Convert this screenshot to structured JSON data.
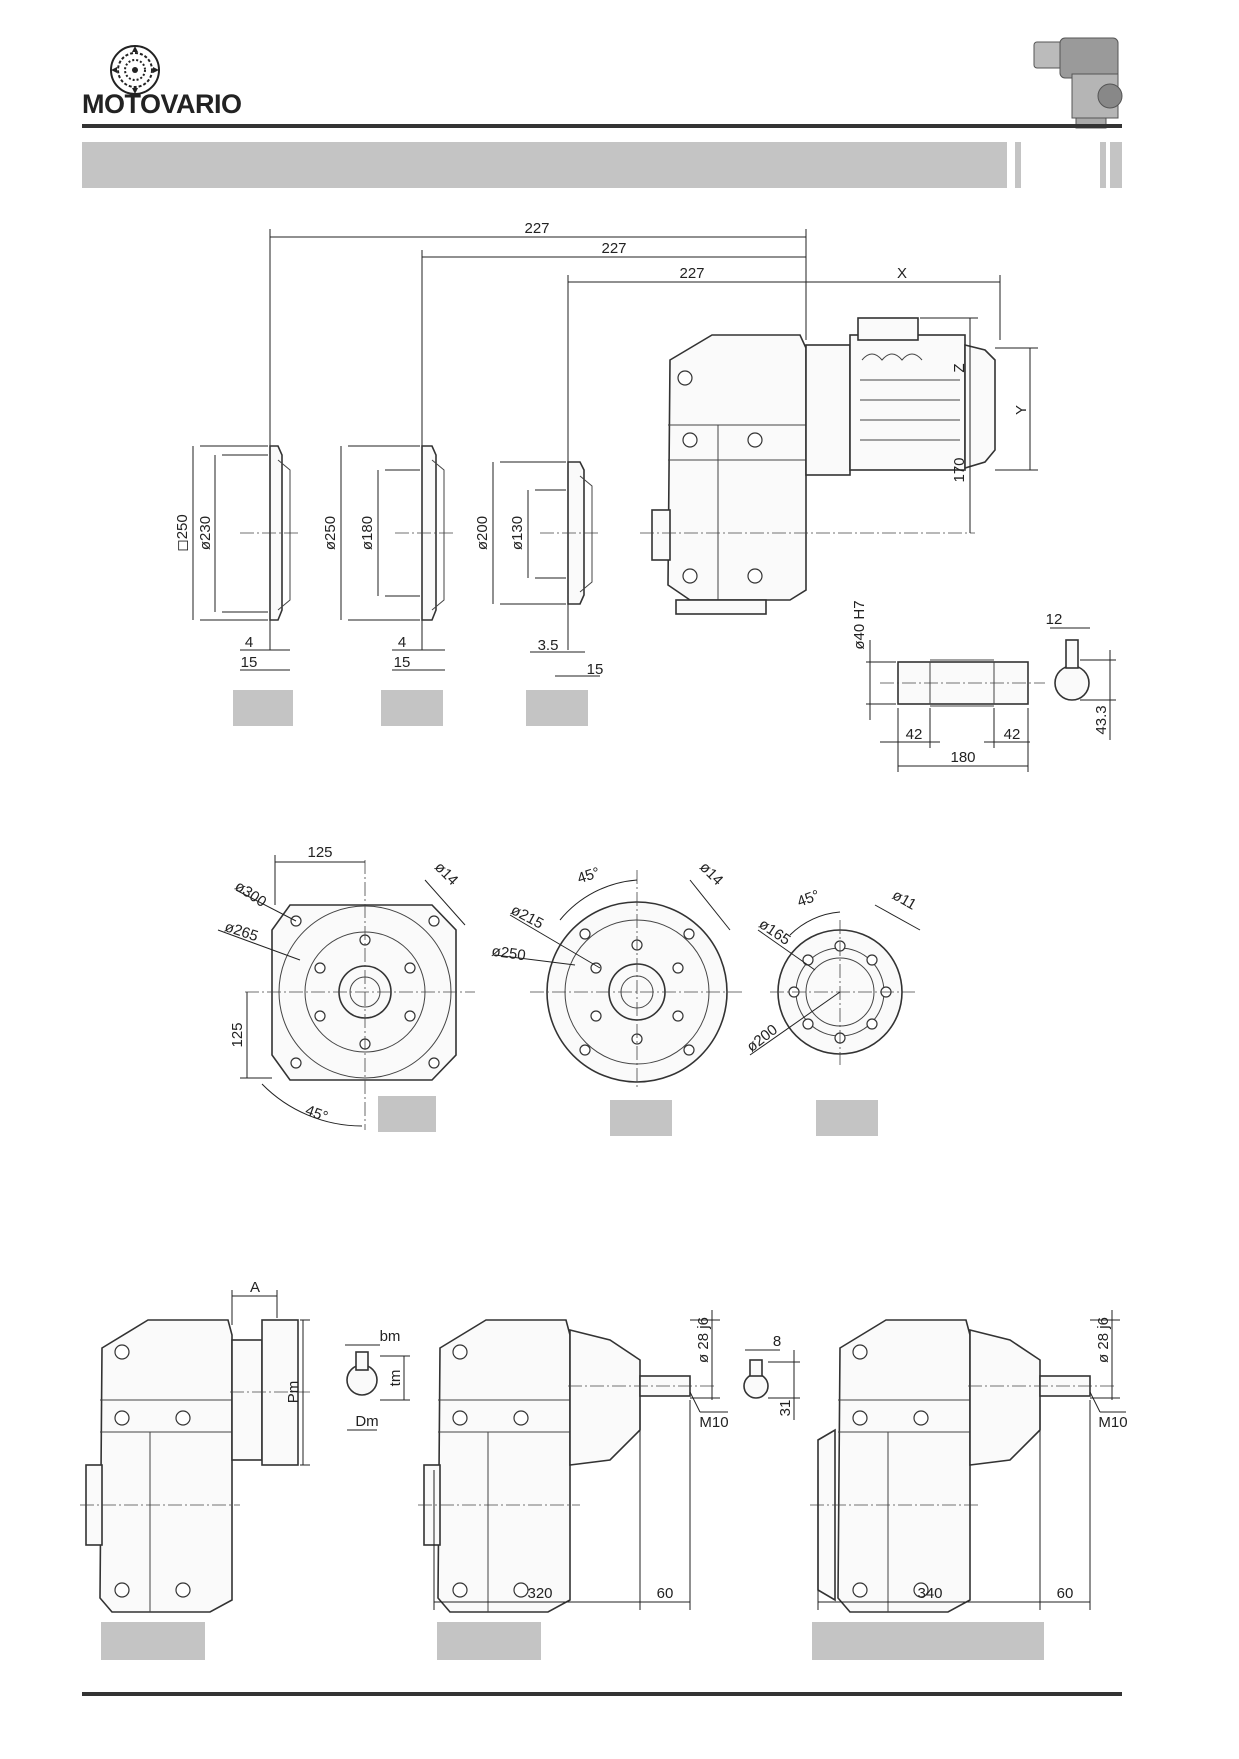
{
  "brand": {
    "name": "MOTOVARIO"
  },
  "colors": {
    "header_bar": "#c4c4c4",
    "rule": "#333333",
    "label_box": "#c4c4c4"
  },
  "icons": {
    "logo": "motovario-logo-icon",
    "product": "gear-motor-icon"
  },
  "top_view": {
    "overall_227_a": "227",
    "overall_227_b": "227",
    "overall_227_c": "227",
    "x_label": "X",
    "z_label": "Z",
    "y_label": "Y",
    "h170": "170",
    "flange1": {
      "square": "◻250",
      "dia": "ø230",
      "t4": "4",
      "t15": "15"
    },
    "flange2": {
      "dia_outer": "ø250",
      "dia_inner": "ø180",
      "t4": "4",
      "t15": "15"
    },
    "flange3": {
      "dia_outer": "ø200",
      "dia_inner": "ø130",
      "t35": "3.5",
      "t15": "15"
    },
    "shaft": {
      "bore": "ø40 H7",
      "key": "12",
      "depth": "43.3",
      "left": "42",
      "right": "42",
      "length": "180"
    }
  },
  "flange_views": {
    "square": {
      "side_top": "125",
      "side_left": "125",
      "d300": "ø300",
      "d265": "ø265",
      "d14": "ø14",
      "angle": "45°"
    },
    "round": {
      "angle": "45°",
      "d14": "ø14",
      "d215": "ø215",
      "d250": "ø250"
    },
    "small": {
      "angle": "45°",
      "d11": "ø11",
      "d165": "ø165",
      "d200": "ø200"
    }
  },
  "bottom_views": {
    "motor_adapter": {
      "a": "A",
      "pm": "Pm",
      "bm": "bm",
      "tm": "tm",
      "dm": "Dm"
    },
    "shaft1": {
      "dia": "ø 28 j6",
      "thread": "M10",
      "key": "8",
      "depth": "31",
      "length": "320",
      "ext": "60"
    },
    "shaft2": {
      "dia": "ø 28 j6",
      "thread": "M10",
      "length": "340",
      "ext": "60"
    }
  }
}
